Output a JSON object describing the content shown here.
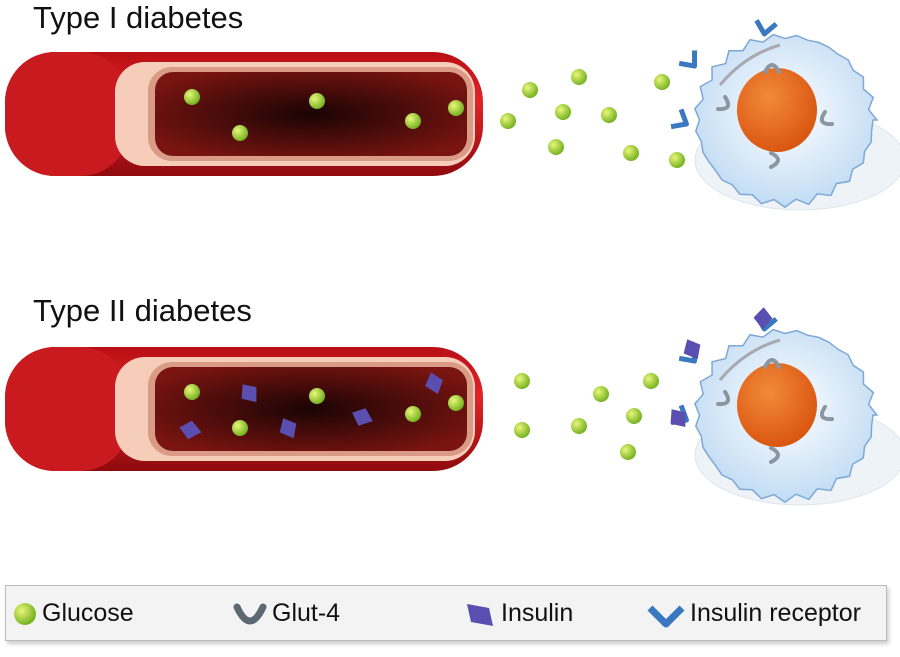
{
  "panels": [
    {
      "title": "Type I diabetes"
    },
    {
      "title": "Type II diabetes"
    }
  ],
  "legend": {
    "glucose": "Glucose",
    "glut4": "Glut-4",
    "insulin": "Insulin",
    "insulin_receptor": "Insulin receptor"
  },
  "colors": {
    "glucose": "#9fcf2a",
    "insulin": "#5a4fb0",
    "receptor": "#3a78c0",
    "blood": "#c8141a",
    "nucleus": "#e86a1e",
    "cell": "#d6e8f8"
  }
}
